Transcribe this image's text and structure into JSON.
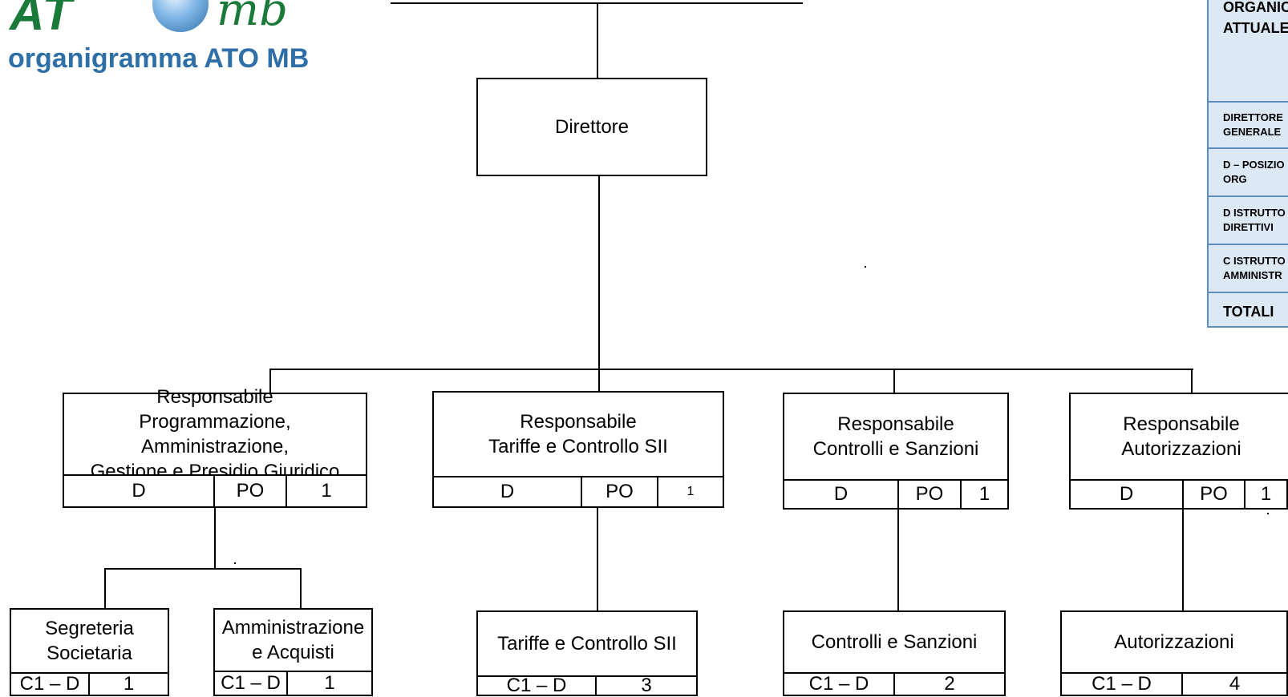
{
  "header": {
    "logo_text": "AT",
    "logo_script": "mb",
    "subtitle": "organigramma ATO MB"
  },
  "director": {
    "label": "Direttore"
  },
  "units": [
    {
      "title": "Responsabile\nProgrammazione, Amministrazione,\nGestione e Presidio Giuridico",
      "category": "D",
      "role": "PO",
      "count": "1"
    },
    {
      "title": "Responsabile\nTariffe e Controllo SII",
      "category": "D",
      "role": "PO",
      "count": "1"
    },
    {
      "title": "Responsabile\nControlli e Sanzioni",
      "category": "D",
      "role": "PO",
      "count": "1"
    },
    {
      "title": "Responsabile\nAutorizzazioni",
      "category": "D",
      "role": "PO",
      "count": "1"
    }
  ],
  "offices": [
    {
      "title": "Segreteria\nSocietaria",
      "category": "C1 – D",
      "count": "1"
    },
    {
      "title": "Amministrazione\ne Acquisti",
      "category": "C1 – D",
      "count": "1"
    },
    {
      "title": "Tariffe e Controllo SII",
      "category": "C1 – D",
      "count": "3"
    },
    {
      "title": "Controlli e Sanzioni",
      "category": "C1 – D",
      "count": "2"
    },
    {
      "title": "Autorizzazioni",
      "category": "C1 – D",
      "count": "4"
    }
  ],
  "legend": {
    "header": "ORGANIC\nATTUALE",
    "rows": [
      "DIRETTORE\nGENERALE",
      "D – POSIZIO\nORG",
      "D ISTRUTTO\nDIRETTIVI",
      "C ISTRUTTO\nAMMINISTR"
    ],
    "total": "TOTALI"
  }
}
